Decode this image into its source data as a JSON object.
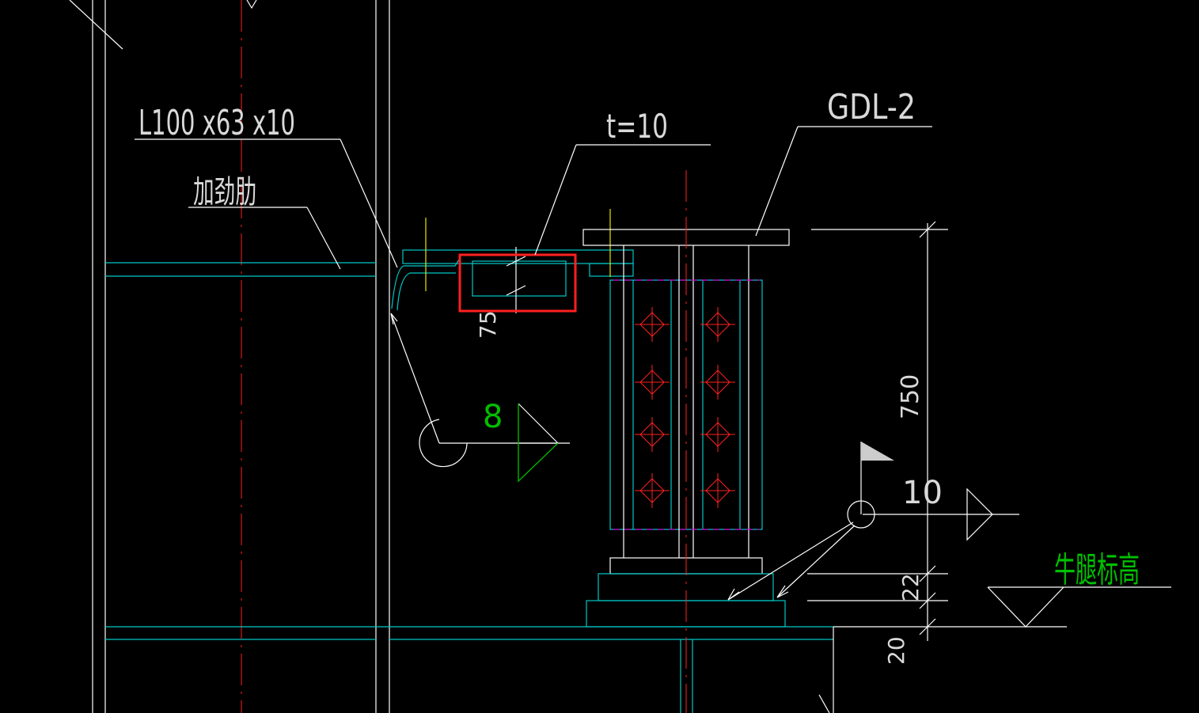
{
  "labels": {
    "angle_section": "L100 x63 x10",
    "stiffener": "加劲肋",
    "plate_thickness": "t=10",
    "beam_id": "GDL-2",
    "dim_75": "75",
    "weld_size": "8",
    "dim_750": "750",
    "dim_10": "10",
    "dim_22": "22",
    "dim_20": "20",
    "corbel_elevation": "牛腿标高"
  },
  "colors": {
    "background": "#000000",
    "outline": "#ffffff",
    "steel": "#00c8c8",
    "centerline": "#ff2020",
    "highlight_box": "#ff2020",
    "green_text": "#00c000",
    "magenta_dash": "#d000d0",
    "yellow": "#e6e600"
  }
}
